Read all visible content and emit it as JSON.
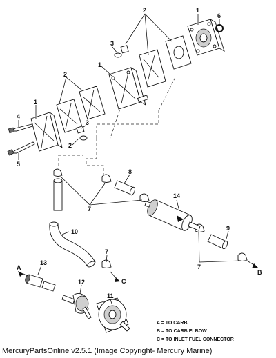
{
  "callouts": {
    "c1_top": "1",
    "c6": "6",
    "c2_top": "2",
    "c3_top": "3",
    "c1_mid": "1",
    "c2_mid": "2",
    "c1_left": "1",
    "c4": "4",
    "c3_mid": "3",
    "c2_low": "2",
    "c5": "5",
    "c8": "8",
    "c7_mid": "7",
    "c14": "14",
    "c10": "10",
    "c9": "9",
    "c7_right": "7",
    "c7_low": "7",
    "c13": "13",
    "c12": "12",
    "c11": "11"
  },
  "connectors": {
    "a": "A",
    "b": "B",
    "c": "C"
  },
  "legend": {
    "a": "A = TO CARB",
    "b": "B = TO CARB ELBOW",
    "c": "C = TO INLET FUEL CONNECTOR"
  },
  "footer": "MercuryPartsOnline v2.5.1 (Image Copyright- Mercury Marine)"
}
